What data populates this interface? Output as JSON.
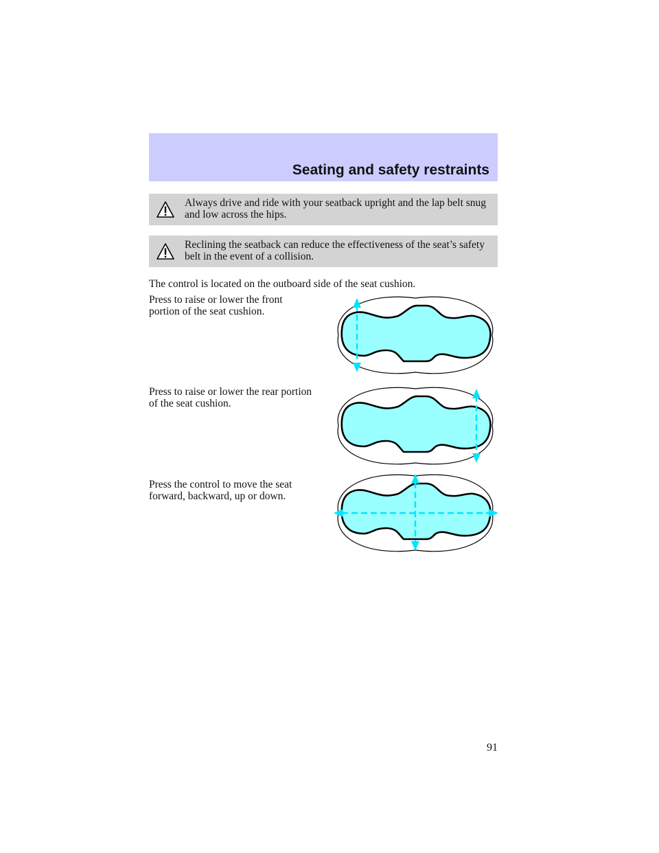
{
  "header": {
    "title": "Seating and safety restraints",
    "band_color": "#ccccff"
  },
  "warnings": [
    {
      "icon": "warning-triangle-icon",
      "text": "Always drive and ride with your seatback upright and the lap belt snug and low across the hips."
    },
    {
      "icon": "warning-triangle-icon",
      "text": "Reclining the seatback can reduce the effectiveness of the seat’s safety belt in the event of a collision."
    }
  ],
  "intro": "The control is located on the outboard side of the seat cushion.",
  "controls": [
    {
      "text": "Press to raise or lower the front portion of the seat cushion.",
      "diagram": "seat-control-front-tilt-icon"
    },
    {
      "text": "Press to raise or lower the rear portion of the seat cushion.",
      "diagram": "seat-control-rear-tilt-icon"
    },
    {
      "text": "Press the control to move the seat forward, backward, up or down.",
      "diagram": "seat-control-four-way-icon"
    }
  ],
  "colors": {
    "control_fill": "#99ffff",
    "arrow": "#00e5ff",
    "warning_box": "#d3d3d3"
  },
  "page_number": "91"
}
